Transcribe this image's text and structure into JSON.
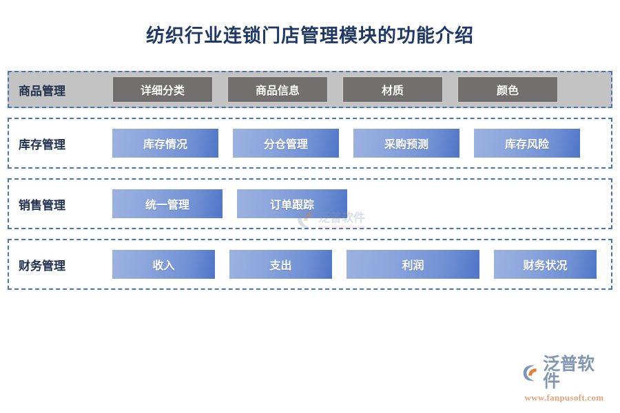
{
  "page": {
    "title": "纺织行业连锁门店管理模块的功能介绍",
    "title_color": "#1f3864",
    "background": "#ffffff"
  },
  "colors": {
    "dashed_border": "#4472c4",
    "gray_row_background": "#c3c3c3",
    "gray_button": "#736f6f",
    "blue_button_light": "#9cb2e0",
    "blue_button_dark": "#4f75c7",
    "label_text": "#1f3050",
    "logo_text": "#8196b4",
    "logo_url": "#e8a37a"
  },
  "rows": [
    {
      "label": "商品管理",
      "style": "gray",
      "buttons": [
        {
          "label": "详细分类"
        },
        {
          "label": "商品信息"
        },
        {
          "label": "材质"
        },
        {
          "label": "颜色"
        }
      ]
    },
    {
      "label": "库存管理",
      "style": "blue",
      "buttons": [
        {
          "label": "库存情况"
        },
        {
          "label": "分仓管理"
        },
        {
          "label": "采购预测"
        },
        {
          "label": "库存风险"
        }
      ]
    },
    {
      "label": "销售管理",
      "style": "blue",
      "buttons": [
        {
          "label": "统一管理"
        },
        {
          "label": "订单跟踪"
        }
      ]
    },
    {
      "label": "财务管理",
      "style": "blue",
      "buttons": [
        {
          "label": "收入"
        },
        {
          "label": "支出"
        },
        {
          "label": "利润"
        },
        {
          "label": "财务状况"
        }
      ]
    }
  ],
  "logo": {
    "name": "泛普软件",
    "url": "www.fanpusoft.com",
    "mark": "fanpu-swoosh-icon"
  }
}
